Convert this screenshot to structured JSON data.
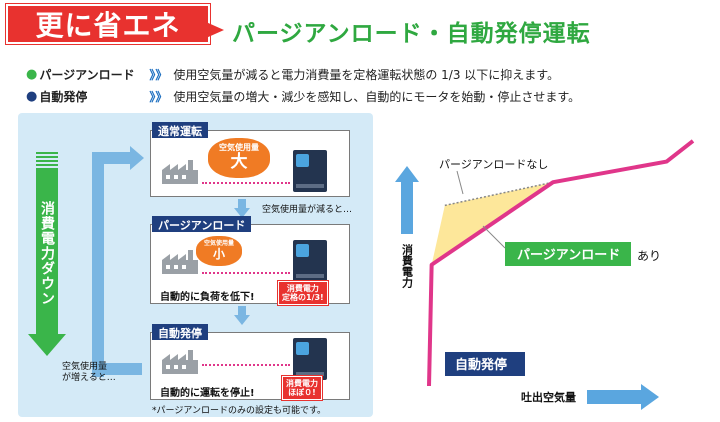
{
  "header": {
    "badge": "更に省エネ",
    "headline": "パージアンロード・自動発停運転"
  },
  "legend": [
    {
      "dot": "●",
      "term": "パージアンロード",
      "arrows": "》》",
      "desc": "使用空気量が減ると電力消費量を定格運転状態の 1/3 以下に抑えます。",
      "color": "#3ab54a"
    },
    {
      "dot": "●",
      "term": "自動発停",
      "arrows": "》》",
      "desc": "使用空気量の増大・減少を感知し、自動的にモータを始動・停止させます。",
      "color": "#1f3f7f"
    }
  ],
  "flow": {
    "down_label": "消費電力ダウン",
    "box1": {
      "title": "通常運転",
      "cloud_top": "空気使用量",
      "cloud_big": "大"
    },
    "between1": "空気使用量が減ると…",
    "box2": {
      "title": "パージアンロード",
      "cloud_top": "空気使用量",
      "cloud_big": "小",
      "caption": "自動的に負荷を低下!",
      "tag_l1": "消費電力",
      "tag_l2": "定格の1/3!"
    },
    "box3": {
      "title": "自動発停",
      "caption": "自動的に運転を停止!",
      "tag_l1": "消費電力",
      "tag_l2": "ほぼ０!"
    },
    "return_l1": "空気使用量",
    "return_l2": "が増えると…",
    "footnote": "*パージアンロードのみの設定も可能です。"
  },
  "chart_data": {
    "type": "line",
    "xlabel": "吐出空気量",
    "ylabel": "消費電力",
    "series": [
      {
        "name": "パージアンロードなし",
        "style": "dotted",
        "color": "#888888",
        "points": [
          [
            0.06,
            0.7
          ],
          [
            0.47,
            0.79
          ]
        ]
      },
      {
        "name": "パージアンロードあり",
        "style": "solid",
        "color": "#e0368a",
        "points": [
          [
            0.0,
            0.0
          ],
          [
            0.01,
            0.47
          ],
          [
            0.47,
            0.79
          ],
          [
            0.9,
            0.87
          ],
          [
            1.0,
            0.95
          ]
        ]
      }
    ],
    "annotations": {
      "without": "パージアンロードなし",
      "with_box": "パージアンロード",
      "with_suffix": "あり",
      "auto": "自動発停"
    },
    "fill_color": "#fde79a",
    "curve_color": "#e0368a",
    "arrow_color": "#5aa6df"
  }
}
